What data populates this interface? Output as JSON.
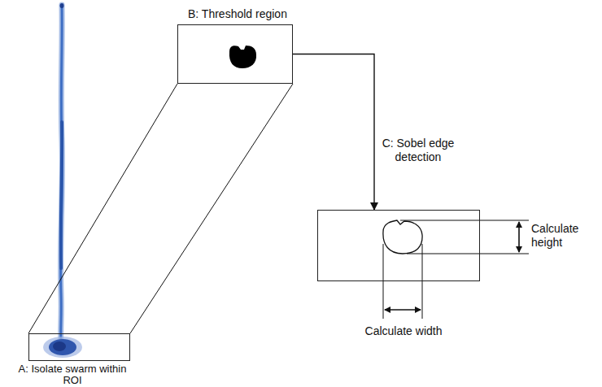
{
  "diagram": {
    "nodes": [
      {
        "text": [
          "A: Isolate swarm within ROI"
        ]
      },
      {
        "text": [
          "B: Threshold region"
        ]
      },
      {
        "text": [
          "Calculate height",
          "Calculate width"
        ]
      }
    ],
    "edges": [
      {
        "from": 0,
        "to": 1,
        "arrow": "none"
      },
      {
        "from": 0,
        "to": 1,
        "arrow": "none"
      },
      {
        "from": 1,
        "to": 2,
        "arrow": "to",
        "label": "C: Sobel edge detection"
      }
    ]
  }
}
